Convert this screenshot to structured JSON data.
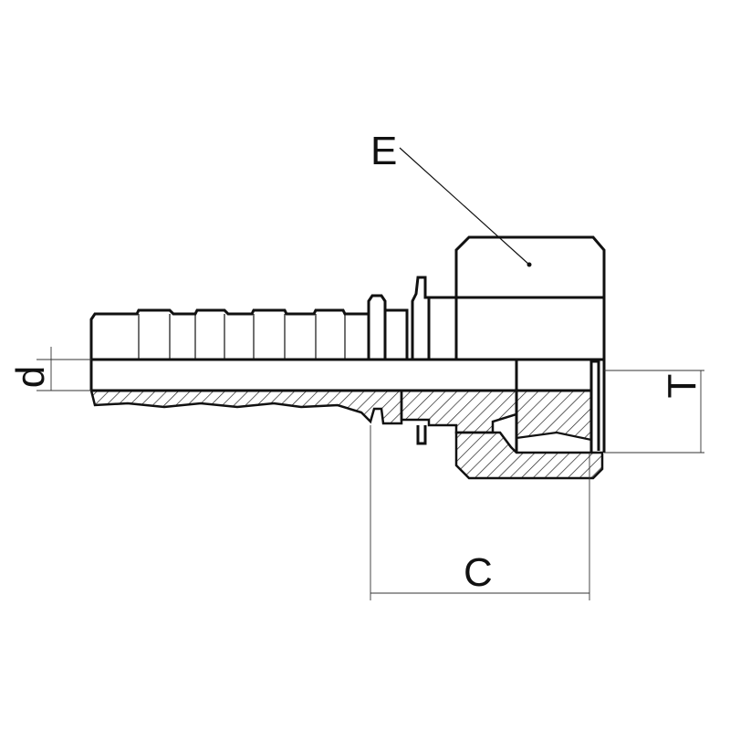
{
  "labels": {
    "E": "E",
    "d": "d",
    "T": "T",
    "C": "C"
  },
  "colors": {
    "line": "#111111",
    "background": "#ffffff"
  }
}
